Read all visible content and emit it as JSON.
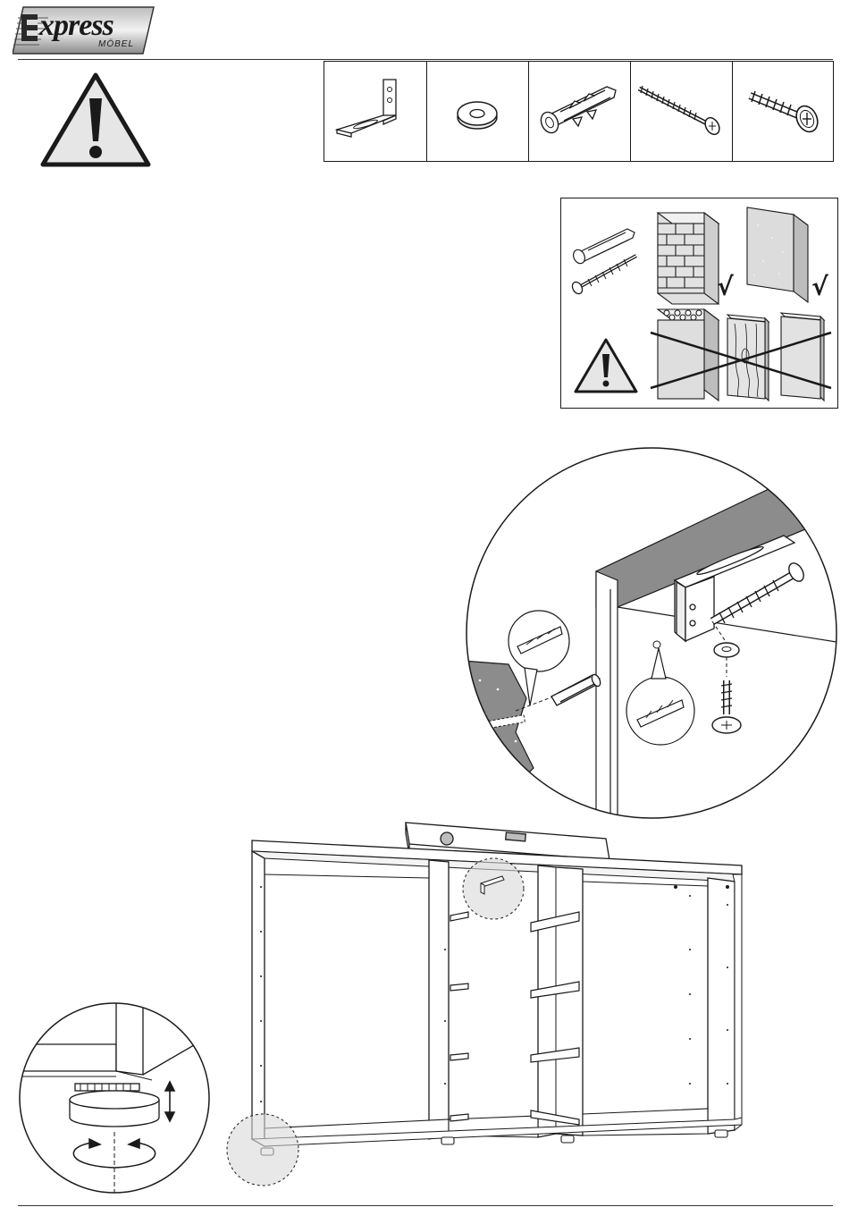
{
  "header": {
    "logo_text": "xpress",
    "logo_sub": "MÖBEL"
  },
  "hardware": [
    {
      "name": "angle-bracket"
    },
    {
      "name": "washer"
    },
    {
      "name": "wall-plug"
    },
    {
      "name": "long-screw"
    },
    {
      "name": "short-screw"
    }
  ],
  "wall_types": {
    "brick": "suitable",
    "concrete": "suitable",
    "hollow_block": "unsuitable",
    "wood_panel": "unsuitable",
    "plasterboard": "unsuitable"
  },
  "check_mark": "√",
  "colors": {
    "line": "#1a1a1a",
    "warning_fill": "#e6e6e6",
    "wall_gray": "#8c8c8c",
    "highlight_gray": "#d9d9d9"
  }
}
